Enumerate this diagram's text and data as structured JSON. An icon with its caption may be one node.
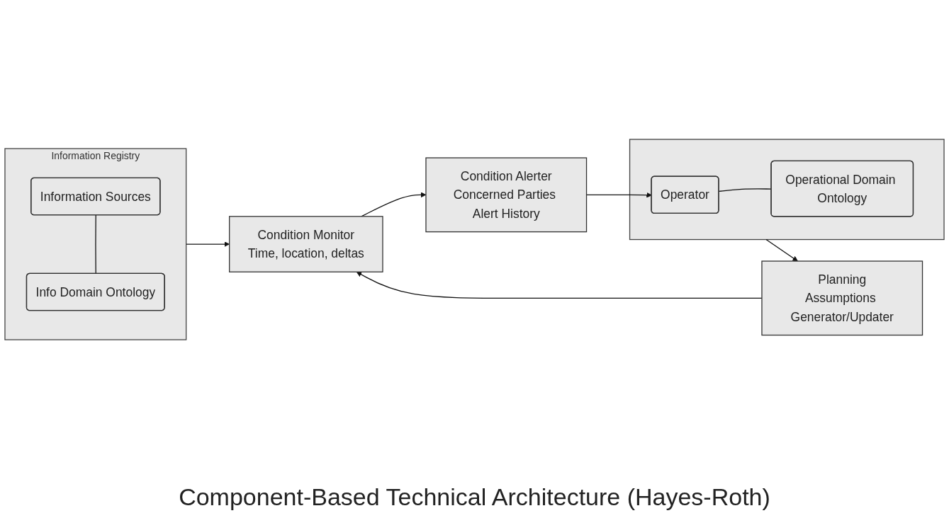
{
  "diagram": {
    "caption": "Component-Based Technical Architecture (Hayes-Roth)",
    "nodes": [
      {
        "text": [
          "Planning",
          "Assumptions Generator/Updater"
        ]
      },
      {
        "text": [
          "Condition Monitor",
          "Time, location, deltas"
        ]
      },
      {
        "text": [
          "Information Registry"
        ]
      },
      {
        "text": [
          "Information Sources"
        ],
        "in": 2
      },
      {
        "text": [
          "Info Domain Ontology"
        ],
        "in": 2
      },
      {
        "text": [
          "Condition Alerter",
          "Concerned Parties Alert History"
        ]
      },
      {
        "text": [],
        "shape": "box"
      },
      {
        "text": [
          "Operator"
        ],
        "in": 6
      },
      {
        "text": [
          "Operational Domain Ontology"
        ],
        "in": 6
      }
    ],
    "edges": [
      {
        "from": 0,
        "to": 1,
        "arrow": "to"
      },
      {
        "from": 2,
        "to": 1,
        "arrow": "to"
      },
      {
        "from": 1,
        "to": 5,
        "arrow": "to"
      },
      {
        "from": 5,
        "to": 7,
        "arrow": "to"
      },
      {
        "from": 6,
        "to": 0,
        "arrow": "to"
      },
      {
        "from": 3,
        "to": 4,
        "arrow": "none"
      },
      {
        "from": 7,
        "to": 8,
        "arrow": "none"
      }
    ]
  }
}
